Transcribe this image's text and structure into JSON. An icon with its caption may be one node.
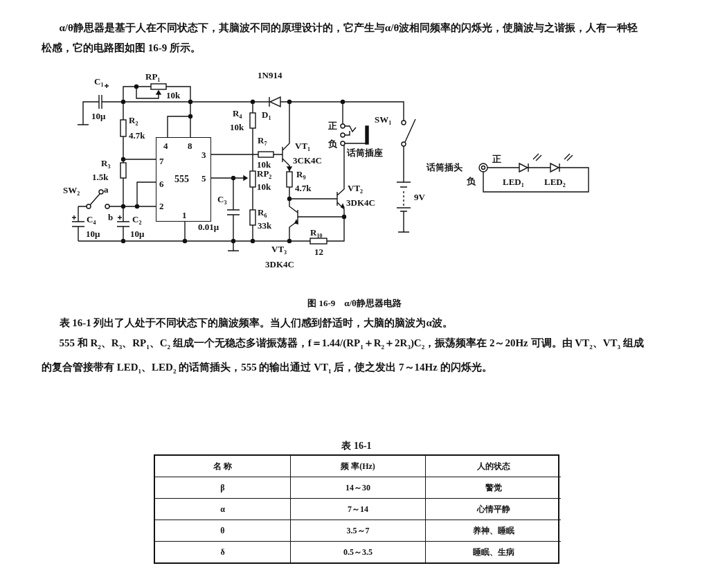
{
  "diagram": {
    "caption": "图 16-9　α/θ静思器电路",
    "nodes": [
      {
        "text": [
          "555"
        ]
      }
    ],
    "labels": [
      "α/θ静思器是基于人在不同状态下，其脑波不同的原理设计的，它产生与α/θ波相同频率的闪烁光，使脑波与之谐振，人有一种轻松感，它的电路图如图 16-9 所示。",
      "C$_{1}$",
      "RP$_{1}$",
      "10k",
      "10μ",
      "R$_{2}$",
      "4.7k",
      "R$_{3}$",
      "1.5k",
      "SW$_{2}$",
      "a",
      "b",
      "C$_{4}$",
      "10μ",
      "C$_{2}$",
      "10μ",
      "4",
      "8",
      "7",
      "3",
      "6",
      "5",
      "2",
      "1",
      "C$_{3}$",
      "0.01μ",
      "1N914",
      "R$_{4}$",
      "D$_{1}$",
      "10k",
      "R$_{7}$",
      "10k",
      "RP$_{2}$",
      "10k",
      "R$_{6}$",
      "33k",
      "VT$_{1}$",
      "3CK4C",
      "R$_{9}$",
      "4.7k",
      "VT$_{2}$",
      "3DK4C",
      "R$_{10}$",
      "12",
      "VT$_{3}$",
      "3DK4C",
      "正",
      "负",
      "话筒插座",
      "SW$_{1}$",
      "9V",
      "话筒插头",
      "正",
      "负",
      "LED$_{1}$",
      "LED$_{2}$",
      "表 16-1 列出了人处于不同状态下的脑波频率。当人们感到舒适时，大脑的脑波为α波。",
      "555 和 R$_{2}$、R$_{3}$、RP$_{1}$、C$_{2}$ 组成一个无稳态多谐振荡器，f＝1.44/(RP$_{1}$＋R$_{2}$＋2R$_{3}$)C$_{2}$，振荡频率在 2～20Hz 可调。由 VT$_{2}$、VT$_{3}$ 组成的复合管接带有 LED$_{1}$、LED$_{2}$ 的话筒插头，555 的输出通过 VT$_{1}$ 后，使之发出 7～14Hz 的闪烁光。",
      "表 16-1",
      "名 称",
      "频 率(Hz)",
      "人的状态",
      "β",
      "14～30",
      "警觉",
      "α",
      "7～14",
      "心情平静",
      "θ",
      "3.5～7",
      "养神、睡眠",
      "δ",
      "0.5～3.5",
      "睡眠、生病"
    ]
  }
}
